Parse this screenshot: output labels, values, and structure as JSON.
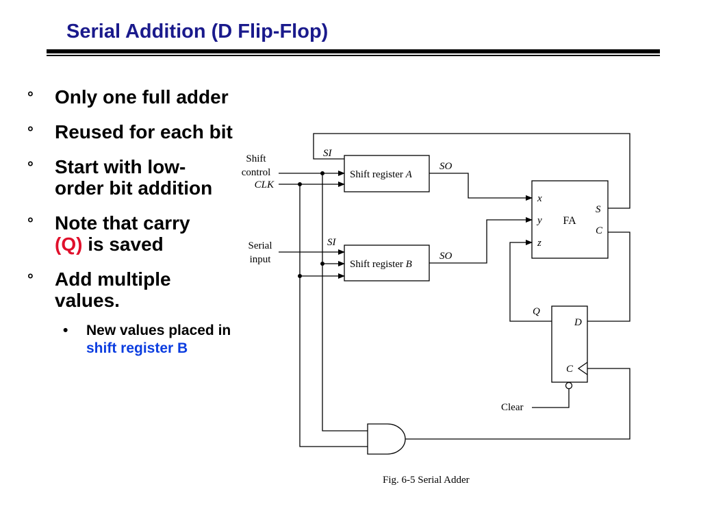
{
  "slide": {
    "title": "Serial Addition (D Flip-Flop)"
  },
  "bullets": [
    {
      "text": "Only one full adder"
    },
    {
      "text": "Reused for each bit"
    },
    {
      "text": "Start with low-order bit addition"
    },
    {
      "prefix": "Note that carry ",
      "highlight": "(Q)",
      "suffix": " is saved"
    },
    {
      "text": "Add multiple values."
    }
  ],
  "bullet_marker": "°",
  "sub_bullet": {
    "marker": "•",
    "prefix": "New values placed in ",
    "highlight": "shift register B"
  },
  "colors": {
    "title": "#1a1a8c",
    "highlight_red": "#e0102b",
    "highlight_blue": "#0b3de0"
  },
  "diagram": {
    "shift_label": "Shift",
    "control_label": "control",
    "clk_label": "CLK",
    "serial_label": "Serial",
    "input_label": "input",
    "register_a_label": "Shift register ",
    "register_a_letter": "A",
    "register_b_label": "Shift register ",
    "register_b_letter": "B",
    "si_a": "SI",
    "si_b": "SI",
    "so_a": "SO",
    "so_b": "SO",
    "fa_label": "FA",
    "fa_x": "x",
    "fa_y": "y",
    "fa_z": "z",
    "fa_s": "S",
    "fa_c": "C",
    "ff_q": "Q",
    "ff_d": "D",
    "ff_c": "C",
    "clear_label": "Clear",
    "caption": "Fig. 6-5  Serial Adder"
  }
}
